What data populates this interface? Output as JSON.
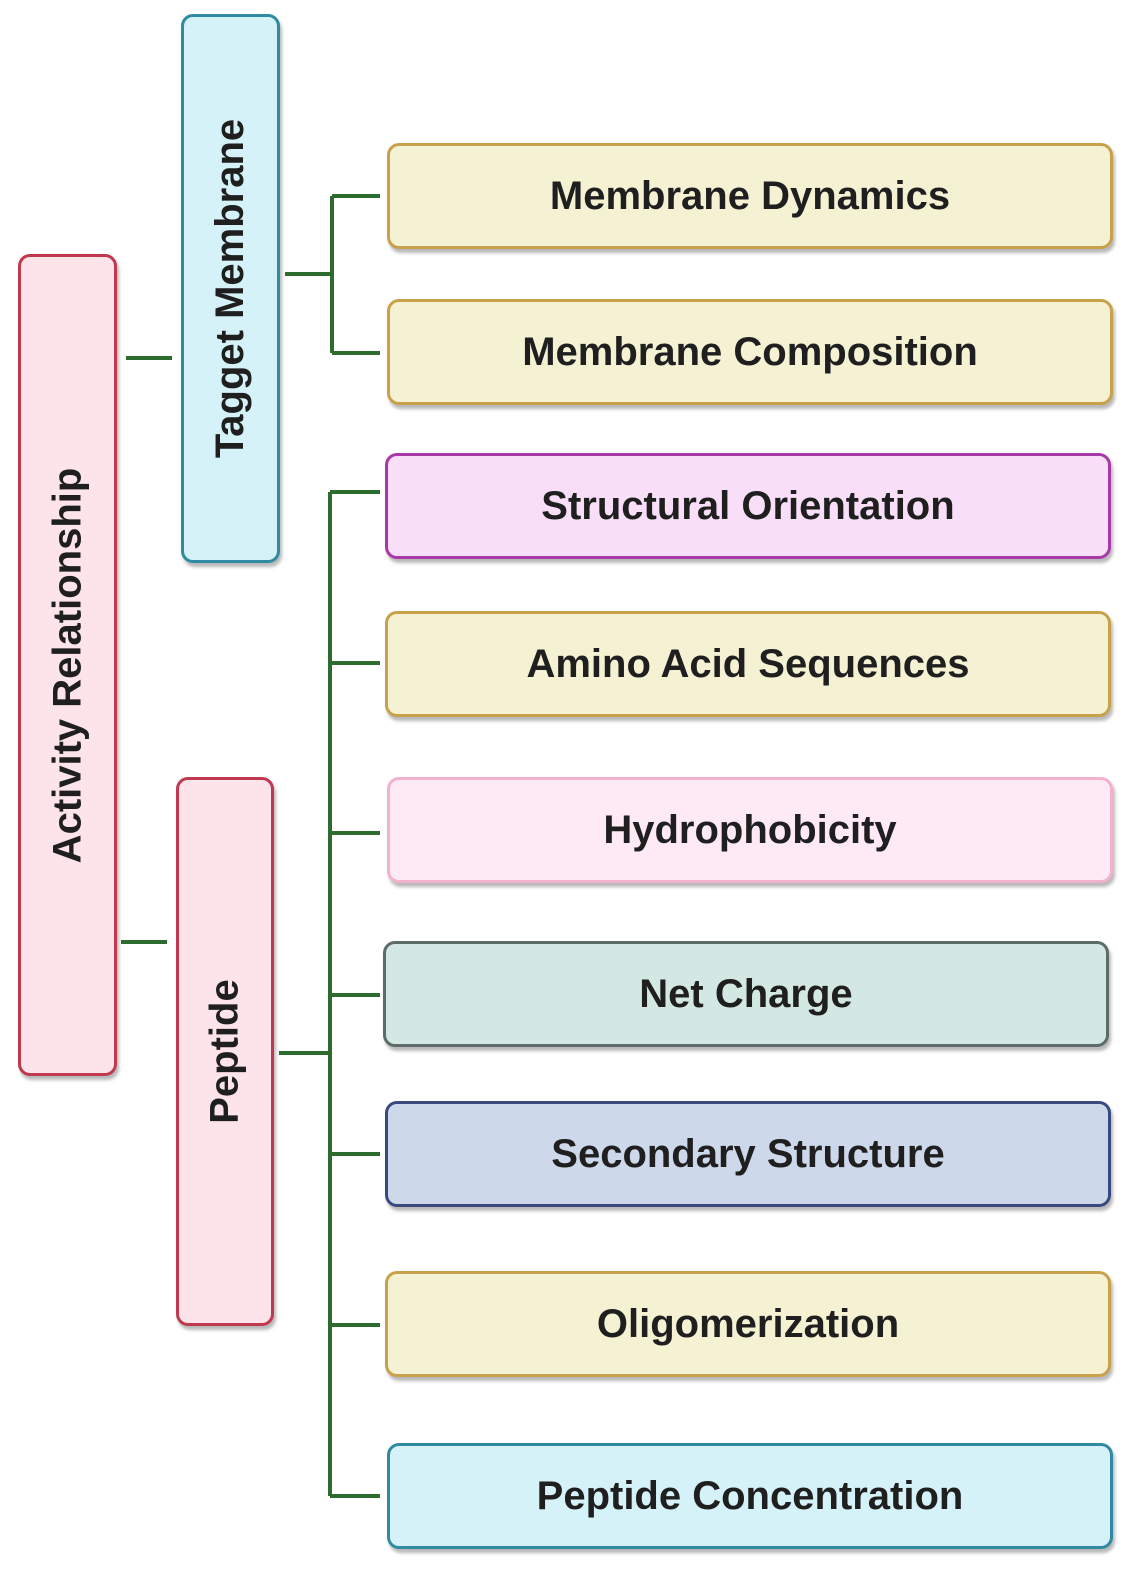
{
  "root": {
    "label": "Activity Relationship",
    "fill": "#fde3ea",
    "border": "#c0394f"
  },
  "branches": [
    {
      "key": "membrane",
      "label": "Tagget Membrane",
      "fill": "#d4f2f8",
      "border": "#2f8aa2"
    },
    {
      "key": "peptide",
      "label": "Peptide",
      "fill": "#fde3ea",
      "border": "#c0394f"
    }
  ],
  "leaves": [
    {
      "label": "Membrane Dynamics",
      "fill": "#f5f1d3",
      "border": "#c7a24a"
    },
    {
      "label": "Membrane Composition",
      "fill": "#f5f1d3",
      "border": "#c7a24a"
    },
    {
      "label": "Structural Orientation",
      "fill": "#f8def7",
      "border": "#a73aa8"
    },
    {
      "label": "Amino Acid Sequences",
      "fill": "#f5f1d3",
      "border": "#c7a24a"
    },
    {
      "label": "Hydrophobicity",
      "fill": "#feeaf5",
      "border": "#f2b1cc"
    },
    {
      "label": "Net Charge",
      "fill": "#d4e8e3",
      "border": "#5d6c69"
    },
    {
      "label": "Secondary Structure",
      "fill": "#cdd8ea",
      "border": "#3a4a7e"
    },
    {
      "label": "Oligomerization",
      "fill": "#f5f1d3",
      "border": "#c7a24a"
    },
    {
      "label": "Peptide Concentration",
      "fill": "#d4f2f8",
      "border": "#2f8aa2"
    }
  ],
  "connector_color": "#2e6b2e"
}
